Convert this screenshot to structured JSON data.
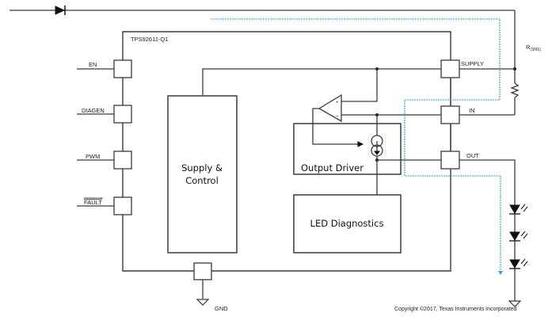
{
  "chip": {
    "name": "TPS92611-Q1"
  },
  "pins": {
    "left": [
      "EN",
      "DIAGEN",
      "PWM",
      "FAULT"
    ],
    "right": [
      "SUPPLY",
      "IN",
      "OUT"
    ],
    "bottom": "GND"
  },
  "blocks": {
    "supply_control": [
      "Supply &",
      "Control"
    ],
    "output_driver": "Output Driver",
    "led_diagnostics": "LED Diagnostics"
  },
  "external": {
    "sense_resistor": "R",
    "sense_resistor_sub": "(SNS)",
    "led_count": 3
  },
  "opamp": {
    "plus": "+",
    "minus": "−"
  },
  "colors": {
    "wire": "#3a3a3a",
    "current_path": "#2aa6c4"
  },
  "copyright": "Copyright ©2017, Texas Instruments Incorporated"
}
